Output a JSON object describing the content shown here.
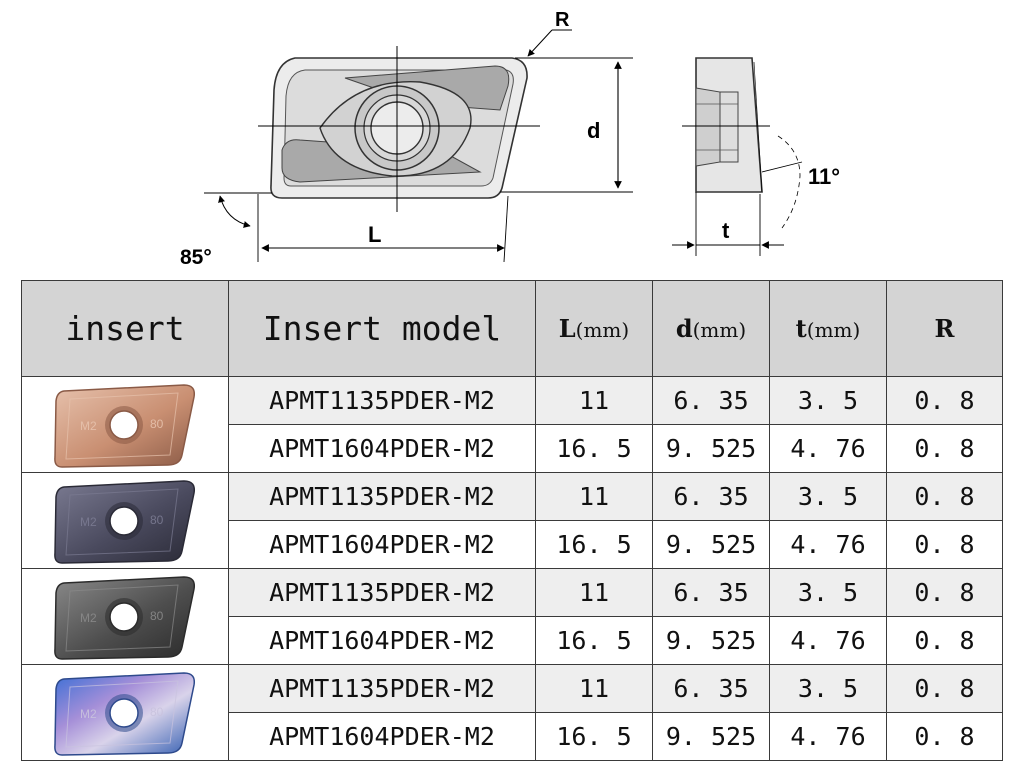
{
  "diagram": {
    "label_R": "R",
    "label_d": "d",
    "label_L": "L",
    "label_t": "t",
    "angle_85": "85°",
    "angle_11": "11°"
  },
  "table": {
    "headers": {
      "insert": "insert",
      "model": "Insert model",
      "L": "L",
      "d": "d",
      "t": "t",
      "unit": "(mm)",
      "R": "R"
    },
    "groups": [
      {
        "coating": "copper",
        "colors": {
          "body": "#c98f72",
          "edge": "#e7c2ad",
          "dark": "#8a5a46"
        },
        "insert_marks": [
          "M2",
          "80"
        ],
        "rows": [
          {
            "model": "APMT1135PDER-M2",
            "L": "11",
            "d": "6. 35",
            "t": "3. 5",
            "R": "0. 8"
          },
          {
            "model": "APMT1604PDER-M2",
            "L": "16. 5",
            "d": "9. 525",
            "t": "4. 76",
            "R": "0. 8"
          }
        ]
      },
      {
        "coating": "dark-purple",
        "colors": {
          "body": "#4a4a5e",
          "edge": "#7b7b92",
          "dark": "#2a2a36"
        },
        "insert_marks": [
          "M2",
          "80"
        ],
        "rows": [
          {
            "model": "APMT1135PDER-M2",
            "L": "11",
            "d": "6. 35",
            "t": "3. 5",
            "R": "0. 8"
          },
          {
            "model": "APMT1604PDER-M2",
            "L": "16. 5",
            "d": "9. 525",
            "t": "4. 76",
            "R": "0. 8"
          }
        ]
      },
      {
        "coating": "dark-grey",
        "colors": {
          "body": "#4e4e4e",
          "edge": "#8a8a8a",
          "dark": "#2b2b2b"
        },
        "insert_marks": [
          "M2",
          "80"
        ],
        "rows": [
          {
            "model": "APMT1135PDER-M2",
            "L": "11",
            "d": "6. 35",
            "t": "3. 5",
            "R": "0. 8"
          },
          {
            "model": "APMT1604PDER-M2",
            "L": "16. 5",
            "d": "9. 525",
            "t": "4. 76",
            "R": "0. 8"
          }
        ]
      },
      {
        "coating": "rainbow",
        "colors": {
          "body": "#6a64a8",
          "edge": "#c9c3de",
          "dark": "#2e4a8c"
        },
        "insert_marks": [
          "M2",
          "80"
        ],
        "rows": [
          {
            "model": "APMT1135PDER-M2",
            "L": "11",
            "d": "6. 35",
            "t": "3. 5",
            "R": "0. 8"
          },
          {
            "model": "APMT1604PDER-M2",
            "L": "16. 5",
            "d": "9. 525",
            "t": "4. 76",
            "R": "0. 8"
          }
        ]
      }
    ]
  }
}
